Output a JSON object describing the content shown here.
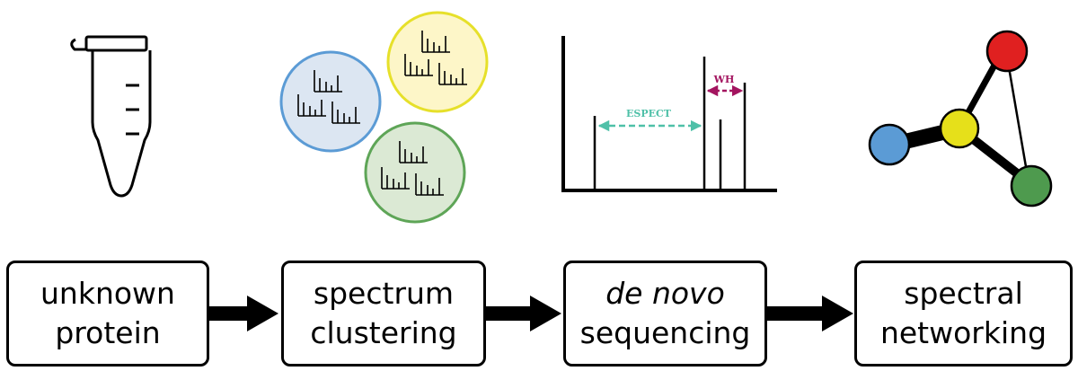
{
  "steps": [
    {
      "line1": "unknown",
      "line2": "protein",
      "line1_italic": false
    },
    {
      "line1": "spectrum",
      "line2": "clustering",
      "line1_italic": false
    },
    {
      "line1": "de novo",
      "line2": "sequencing",
      "line1_italic": true
    },
    {
      "line1": "spectral",
      "line2": "networking",
      "line1_italic": false
    }
  ],
  "spectrum_annotations": {
    "left_gap_label": "ESPECT",
    "right_gap_label": "WH"
  },
  "colors": {
    "cluster_blue_fill": "#dce6f2",
    "cluster_blue_stroke": "#5b9bd5",
    "cluster_yellow_fill": "#fdf6c8",
    "cluster_yellow_stroke": "#e6e02a",
    "cluster_green_fill": "#dbe9d4",
    "cluster_green_stroke": "#5ea557",
    "annotation_teal": "#4fc0a8",
    "annotation_magenta": "#a3145f",
    "node_red": "#e02020",
    "node_yellow": "#e6e01a",
    "node_blue": "#5b9bd5",
    "node_green": "#4e9a4e"
  },
  "icons": [
    "test-tube-icon",
    "spectra-cluster-icon",
    "mass-spectrum-icon",
    "network-graph-icon",
    "arrow-right-icon"
  ]
}
